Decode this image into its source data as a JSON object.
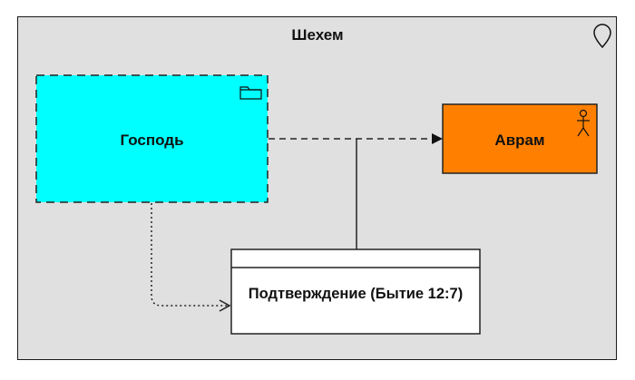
{
  "frame": {
    "title": "Шехем",
    "icon": "location-pin-icon"
  },
  "nodes": [
    {
      "id": "gospod",
      "label": "Господь",
      "kind": "group",
      "icon": "folder-icon",
      "fill": "#00ffff",
      "border": "dashed"
    },
    {
      "id": "avram",
      "label": "Аврам",
      "kind": "actor",
      "icon": "stick-figure-icon",
      "fill": "#ff8000",
      "border": "solid"
    },
    {
      "id": "event",
      "label": "Подтверждение (Бытие 12:7)",
      "kind": "event",
      "fill": "#ffffff",
      "border": "solid"
    }
  ],
  "edges": [
    {
      "from": "gospod",
      "to": "avram",
      "style": "dashed",
      "arrow": "filled"
    },
    {
      "from": "event",
      "to": "gospod-avram-edge",
      "style": "solid",
      "arrow": "none"
    },
    {
      "from": "gospod",
      "to": "event",
      "style": "dotted",
      "arrow": "open"
    }
  ]
}
